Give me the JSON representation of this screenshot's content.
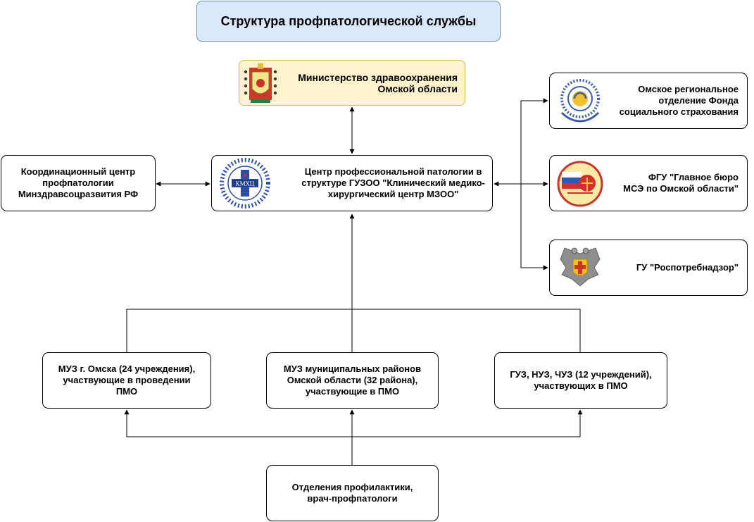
{
  "title": "Структура профпатологической службы",
  "ministry": {
    "line1": "Министерство здравоохранения",
    "line2": "Омской области",
    "logo_icon": "omsk-coat-of-arms-icon"
  },
  "center": {
    "line1": "Центр профессиональной патологии в",
    "line2": "структуре ГУЗОО \"Клинический медико-",
    "line3": "хирургический центр МЗОО\"",
    "logo_text": "КМХЦ",
    "logo_icon": "kmhc-logo-icon"
  },
  "coord": {
    "line1": "Координационный центр",
    "line2": "профпатологии",
    "line3": "Минздравсоцразвития РФ"
  },
  "fss": {
    "line1": "Омское региональное",
    "line2": "отделение Фонда",
    "line3": "социального страхования",
    "logo_icon": "fss-logo-icon"
  },
  "mse": {
    "line1": "ФГУ \"Главное бюро",
    "line2": "МСЭ по Омской области\"",
    "logo_icon": "mse-emblem-icon"
  },
  "rpn": {
    "line1": "ГУ \"Роспотребнадзор\"",
    "logo_icon": "rospotrebnadzor-eagle-icon"
  },
  "muz_omsk": {
    "line1": "МУЗ г. Омска (24 учреждения),",
    "line2": "участвующие в проведении",
    "line3": "ПМО"
  },
  "muz_rayon": {
    "line1": "МУЗ муниципальных районов",
    "line2": "Омской области (32 района),",
    "line3": "участвующие в ПМО"
  },
  "guz": {
    "line1": "ГУЗ, НУЗ, ЧУЗ (12 учреждений),",
    "line2": "участвующих в ПМО"
  },
  "prof": {
    "line1": "Отделения профилактики,",
    "line2": "врач-профпатологи"
  },
  "colors": {
    "title_fill": "#dae8fc",
    "title_border": "#6c8ebf",
    "ministry_fill": "#fff2cc",
    "ministry_border": "#d6b656"
  }
}
